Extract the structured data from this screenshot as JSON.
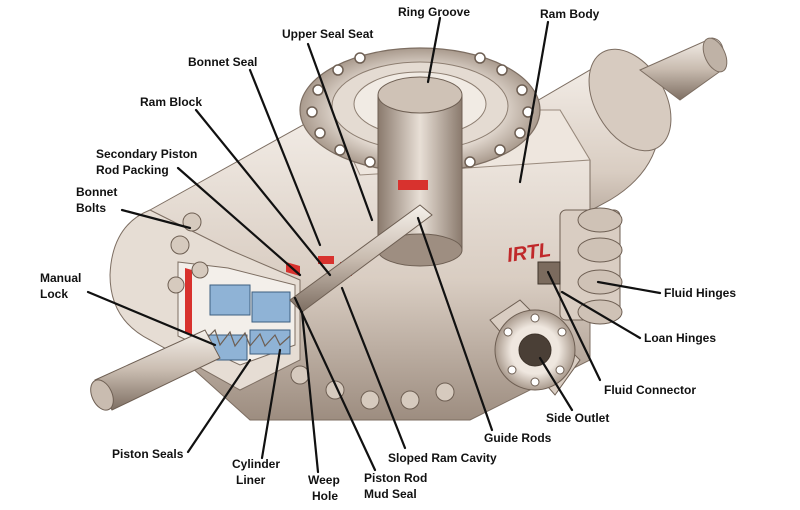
{
  "labels": {
    "ring_groove": "Ring Groove",
    "ram_body": "Ram Body",
    "upper_seal_seat": "Upper Seal Seat",
    "bonnet_seal": "Bonnet Seal",
    "ram_block": "Ram Block",
    "secondary_piston_rod_packing": [
      "Secondary Piston",
      "Rod Packing"
    ],
    "bonnet_bolts": [
      "Bonnet",
      "Bolts"
    ],
    "manual_lock": [
      "Manual",
      "Lock"
    ],
    "fluid_hinges": "Fluid Hinges",
    "loan_hinges": "Loan Hinges",
    "fluid_connector": "Fluid Connector",
    "side_outlet": "Side Outlet",
    "guide_rods": "Guide Rods",
    "sloped_ram_cavity": "Sloped Ram Cavity",
    "piston_rod_mud_seal": [
      "Piston Rod",
      "Mud Seal"
    ],
    "weep_hole": [
      "Weep",
      "Hole"
    ],
    "cylinder_liner": [
      "Cylinder",
      "Liner"
    ],
    "piston_seals": "Piston Seals"
  },
  "branding": {
    "logo_text": "IRTL"
  },
  "colors": {
    "metal_light": "#ece4dc",
    "metal_mid": "#cfc3b8",
    "metal_dark": "#8f8073",
    "seal_red": "#d8322e",
    "liner_blue": "#8fb3d6",
    "leader_line": "#111111"
  }
}
